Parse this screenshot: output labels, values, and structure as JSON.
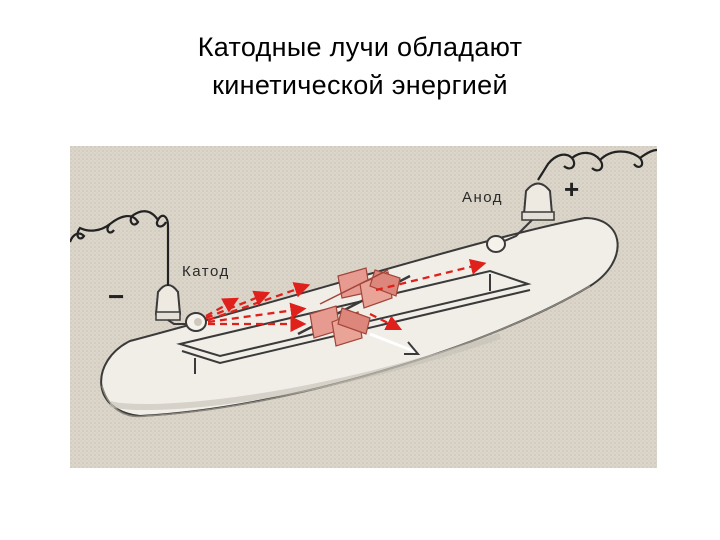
{
  "title": {
    "line1": "Катодные лучи обладают",
    "line2": "кинетической энергией"
  },
  "diagram": {
    "labels": {
      "anode": "Анод",
      "cathode": "Катод",
      "plus": "+",
      "minus": "−"
    },
    "colors": {
      "background": "#d9d3c7",
      "tube_glass": "#f1eee8",
      "outline": "#3a3a3a",
      "ray": "#e0201a",
      "paddle": "#e79a8f"
    },
    "icons": [
      "coiled-wire-icon",
      "electrode-icon",
      "paddle-wheel-icon",
      "ray-arrow-icon"
    ]
  }
}
